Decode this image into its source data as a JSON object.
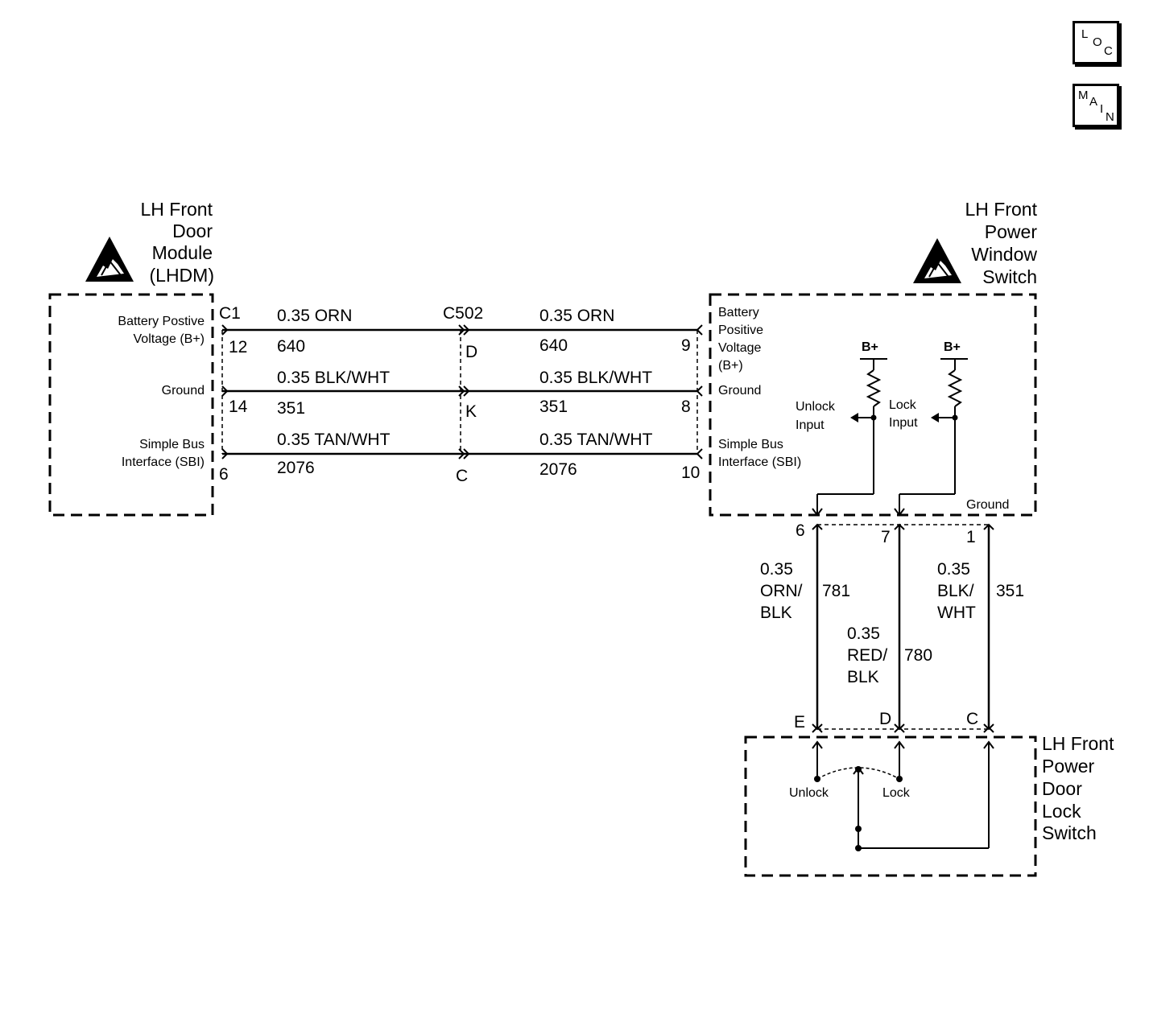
{
  "nav": {
    "loc": [
      "L",
      "O",
      "C"
    ],
    "main": [
      "M",
      "A",
      "I",
      "N"
    ]
  },
  "components": {
    "lhdm": {
      "lines": [
        "LH Front",
        "Door",
        "Module",
        "(LHDM)"
      ]
    },
    "window_switch": {
      "lines": [
        "LH Front",
        "Power",
        "Window",
        "Switch"
      ]
    },
    "door_lock_switch": {
      "lines": [
        "LH Front",
        "Power",
        "Door",
        "Lock",
        "Switch"
      ]
    }
  },
  "lhdm_pins": {
    "connector": "C1",
    "battery": [
      "Battery Postive",
      "Voltage (B+)"
    ],
    "ground": "Ground",
    "sbi": [
      "Simple Bus",
      "Interface (SBI)"
    ],
    "pin_battery": "12",
    "pin_ground": "14",
    "pin_sbi": "6"
  },
  "inline_connector": {
    "name": "C502",
    "pin_battery": "D",
    "pin_ground": "K",
    "pin_sbi": "C"
  },
  "window_switch_pins": {
    "battery": [
      "Battery",
      "Positive",
      "Voltage",
      "(B+)"
    ],
    "ground": "Ground",
    "sbi": [
      "Simple Bus",
      "Interface (SBI)"
    ],
    "pin_battery": "9",
    "pin_ground": "8",
    "pin_sbi": "10",
    "b_plus_1": "B+",
    "b_plus_2": "B+",
    "unlock_input": [
      "Unlock",
      "Input"
    ],
    "lock_input": [
      "Lock",
      "Input"
    ],
    "internal_ground": "Ground",
    "pin_unlock": "6",
    "pin_lock": "7",
    "pin_gnd": "1"
  },
  "wires": {
    "left_battery": {
      "size_color": "0.35 ORN",
      "circuit": "640"
    },
    "left_ground": {
      "size_color": "0.35 BLK/WHT",
      "circuit": "351"
    },
    "left_sbi": {
      "size_color": "0.35 TAN/WHT",
      "circuit": "2076"
    },
    "right_battery": {
      "size_color": "0.35 ORN",
      "circuit": "640"
    },
    "right_ground": {
      "size_color": "0.35 BLK/WHT",
      "circuit": "351"
    },
    "right_sbi": {
      "size_color": "0.35 TAN/WHT",
      "circuit": "2076"
    },
    "unlock_wire": {
      "size_color": [
        "0.35",
        "ORN/",
        "BLK"
      ],
      "circuit": "781"
    },
    "lock_wire": {
      "size_color": [
        "0.35",
        "RED/",
        "BLK"
      ],
      "circuit": "780"
    },
    "ground_wire": {
      "size_color": [
        "0.35",
        "BLK/",
        "WHT"
      ],
      "circuit": "351"
    }
  },
  "door_lock_switch_pins": {
    "pin_unlock": "E",
    "pin_lock": "D",
    "pin_gnd": "C",
    "unlock_label": "Unlock",
    "lock_label": "Lock"
  }
}
